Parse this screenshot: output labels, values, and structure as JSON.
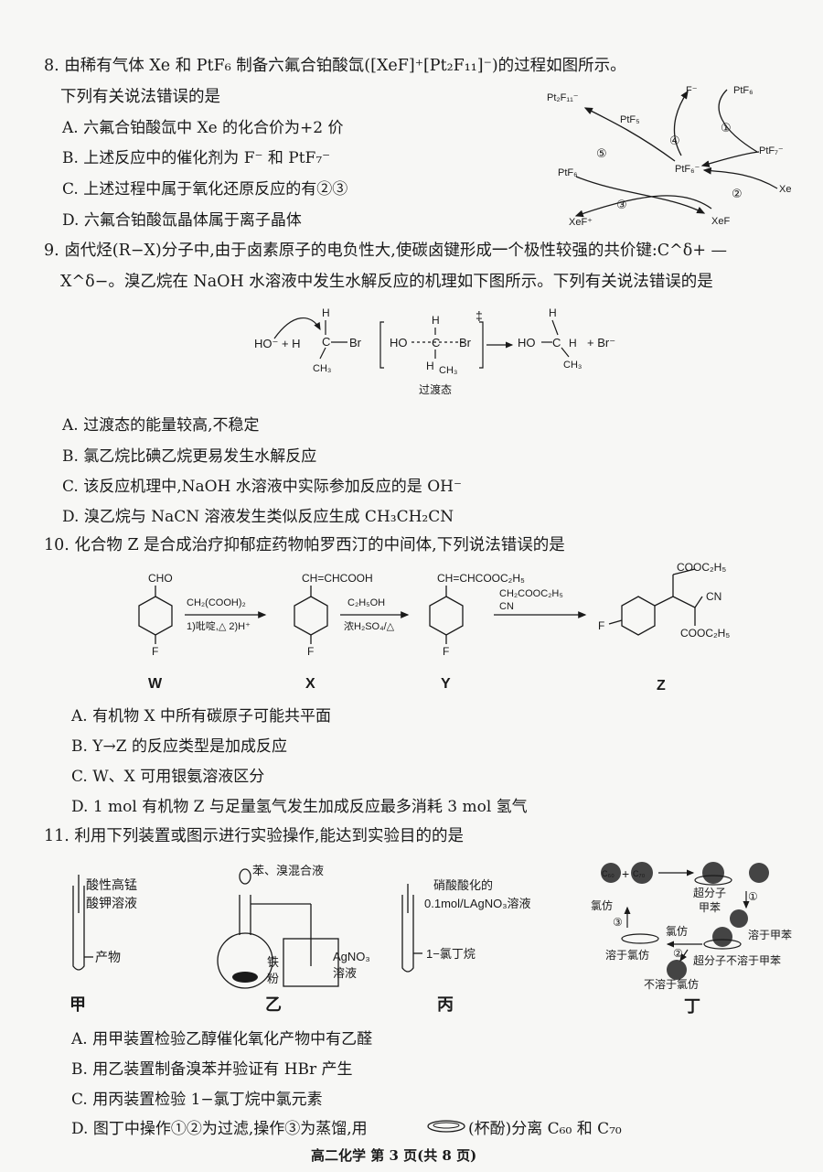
{
  "q8": {
    "stem": "8. 由稀有气体 Xe 和 PtF₆ 制备六氟合铂酸氙([XeF]⁺[Pt₂F₁₁]⁻)的过程如图所示。",
    "ask": "下列有关说法错误的是",
    "options": [
      "A. 六氟合铂酸氙中 Xe 的化合价为+2 价",
      "B. 上述反应中的催化剂为 F⁻ 和 PtF₇⁻",
      "C. 上述过程中属于氧化还原反应的有②③",
      "D. 六氟合铂酸氙晶体属于离子晶体"
    ],
    "cycle": {
      "pt2f11": "Pt₂F₁₁⁻",
      "fminus": "F⁻",
      "ptf6_top": "PtF₆",
      "ptf5": "PtF₅",
      "ptf7": "PtF₇⁻",
      "ptf6_center": "PtF₆⁻",
      "ptf6_left": "PtF₆",
      "xe": "Xe",
      "xef_plus": "XeF⁺",
      "xef": "XeF",
      "n1": "①",
      "n2": "②",
      "n3": "③",
      "n4": "④",
      "n5": "⑤"
    }
  },
  "q9": {
    "line1": "9. 卤代烃(R−X)分子中,由于卤素原子的电负性大,使碳卤键形成一个极性较强的共价键:C^δ+ —",
    "line2": "X^δ−。溴乙烷在 NaOH 水溶液中发生水解反应的机理如下图所示。下列有关说法错误的是",
    "mech": {
      "ho": "HO⁻ + H",
      "h_top": "H",
      "c": "C",
      "br": "Br",
      "ch3": "CH₃",
      "ts_left": "HO",
      "ts_c": "C",
      "ts_br": "Br",
      "ts_h": "H",
      "ts_h2": "H",
      "ts_ch3": "CH₃",
      "dagger": "‡",
      "prod_ho": "HO",
      "prod_c": "C",
      "prod_h": "H",
      "prod_h2": "H",
      "prod_ch3": "CH₃",
      "br_minus": "+ Br⁻",
      "ts_label": "过渡态"
    },
    "options": [
      "A. 过渡态的能量较高,不稳定",
      "B. 氯乙烷比碘乙烷更易发生水解反应",
      "C. 该反应机理中,NaOH 水溶液中实际参加反应的是 OH⁻",
      "D. 溴乙烷与 NaCN 溶液发生类似反应生成 CH₃CH₂CN"
    ]
  },
  "q10": {
    "stem": "10. 化合物 Z 是合成治疗抑郁症药物帕罗西汀的中间体,下列说法错误的是",
    "scheme": {
      "cho": "CHO",
      "f1": "F",
      "f2": "F",
      "f3": "F",
      "f4": "F",
      "reag1_top": "CH₂(COOH)₂",
      "reag1_bot": "1)吡啶,△ 2)H⁺",
      "x_sub": "CH=CHCOOH",
      "reag2_top": "C₂H₅OH",
      "reag2_bot": "浓H₂SO₄/△",
      "y_sub": "CH=CHCOOC₂H₅",
      "reag3_a": "CH₂COOC₂H₅",
      "reag3_b": "CN",
      "z_top": "COOC₂H₅",
      "z_cn": "CN",
      "z_bot": "COOC₂H₅",
      "W": "W",
      "X": "X",
      "Y": "Y",
      "Z": "Z"
    },
    "options": [
      "A. 有机物 X 中所有碳原子可能共平面",
      "B. Y→Z 的反应类型是加成反应",
      "C. W、X 可用银氨溶液区分",
      "D. 1 mol 有机物 Z 与足量氢气发生加成反应最多消耗 3 mol 氢气"
    ]
  },
  "q11": {
    "stem": "11. 利用下列装置或图示进行实验操作,能达到实验目的的是",
    "jia": {
      "reagent1": "酸性高锰",
      "reagent2": "酸钾溶液",
      "product": "产物",
      "label": "甲"
    },
    "yi": {
      "top": "苯、溴混合液",
      "iron1": "铁",
      "iron2": "粉",
      "agno3": "AgNO₃",
      "soln": "溶液",
      "label": "乙"
    },
    "bing": {
      "r1": "硝酸酸化的",
      "r2": "0.1mol/LAgNO₃溶液",
      "sub": "1−氯丁烷",
      "label": "丙"
    },
    "ding": {
      "c60": "C₆₀",
      "c70": "C₇₀",
      "plus": "+",
      "supra1": "超分子",
      "toluene": "甲苯",
      "chloroform_left": "氯仿",
      "chloroform_mid": "氯仿",
      "sol_toluene": "溶于甲苯",
      "sol_chloro": "溶于氯仿",
      "supra_insol": "超分子不溶于甲苯",
      "insol_chloro": "不溶于氯仿",
      "n1": "①",
      "n2": "②",
      "n3": "③",
      "label": "丁"
    },
    "options": [
      "A. 用甲装置检验乙醇催化氧化产物中有乙醛",
      "B. 用乙装置制备溴苯并验证有 HBr 产生",
      "C. 用丙装置检验 1−氯丁烷中氯元素",
      "D. 图丁中操作①②为过滤,操作③为蒸馏,用",
      "(杯酚)分离 C₆₀ 和 C₇₀"
    ]
  },
  "footer": "高二化学   第 3 页(共 8 页)"
}
